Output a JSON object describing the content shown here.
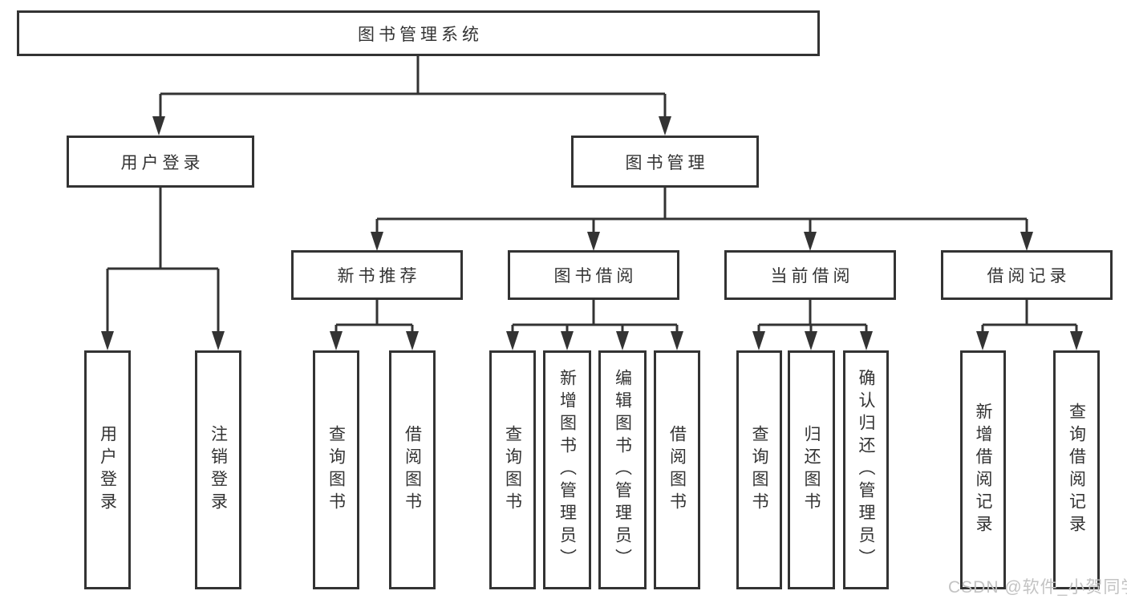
{
  "diagram": {
    "title": "图书管理系统",
    "tree": {
      "label": "图书管理系统",
      "children": [
        {
          "label": "用户登录",
          "children": [
            {
              "label": "用户登录"
            },
            {
              "label": "注销登录"
            }
          ]
        },
        {
          "label": "图书管理",
          "children": [
            {
              "label": "新书推荐",
              "children": [
                {
                  "label": "查询图书"
                },
                {
                  "label": "借阅图书"
                }
              ]
            },
            {
              "label": "图书借阅",
              "children": [
                {
                  "label": "查询图书"
                },
                {
                  "label": "新增图书（管理员）"
                },
                {
                  "label": "编辑图书（管理员）"
                },
                {
                  "label": "借阅图书"
                }
              ]
            },
            {
              "label": "当前借阅",
              "children": [
                {
                  "label": "查询图书"
                },
                {
                  "label": "归还图书"
                },
                {
                  "label": "确认归还（管理员）"
                }
              ]
            },
            {
              "label": "借阅记录",
              "children": [
                {
                  "label": "新增借阅记录"
                },
                {
                  "label": "查询借阅记录"
                }
              ]
            }
          ]
        }
      ]
    }
  },
  "watermark": {
    "text": "CSDN @软件_小贺同学",
    "color": "#c3c3c3"
  },
  "colors": {
    "line": "#333333",
    "box_border": "#333333",
    "box_fill": "#ffffff",
    "text": "#333333",
    "background": "#ffffff"
  }
}
